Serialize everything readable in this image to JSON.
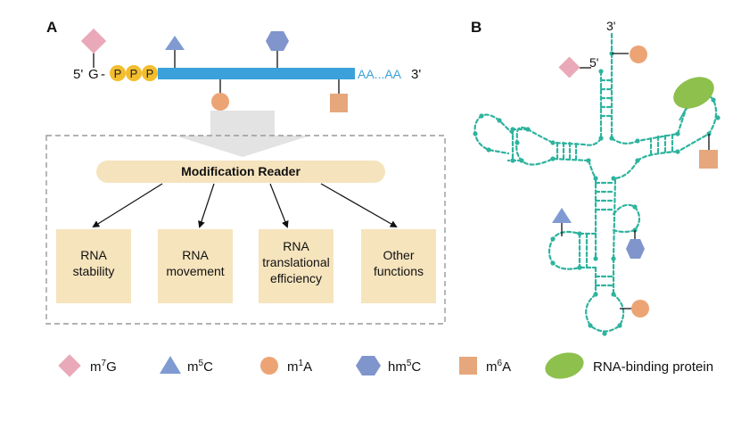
{
  "panels": {
    "a_label": "A",
    "b_label": "B"
  },
  "mrna": {
    "five_prime": "5'",
    "cap_base": "G",
    "dash": "-",
    "phosphates": [
      "P",
      "P",
      "P"
    ],
    "poly_a": "AA...AA",
    "three_prime": "3'"
  },
  "reader": {
    "title": "Modification Reader"
  },
  "functions": [
    {
      "lines": [
        "RNA",
        "stability"
      ]
    },
    {
      "lines": [
        "RNA",
        "movement"
      ]
    },
    {
      "lines": [
        "RNA",
        "translational",
        "efficiency"
      ]
    },
    {
      "lines": [
        "Other",
        "functions"
      ]
    }
  ],
  "trna": {
    "five_prime": "5'",
    "three_prime": "3'"
  },
  "legend": [
    {
      "base": "m",
      "sup": "7",
      "rest": "G",
      "shape": "diamond",
      "color": "#e9a9b8"
    },
    {
      "base": "m",
      "sup": "5",
      "rest": "C",
      "shape": "triangle",
      "color": "#7f9bd2"
    },
    {
      "base": "m",
      "sup": "1",
      "rest": "A",
      "shape": "circle",
      "color": "#eca475"
    },
    {
      "base": "hm",
      "sup": "5",
      "rest": "C",
      "shape": "hexagon",
      "color": "#8095cc"
    },
    {
      "base": "m",
      "sup": "6",
      "rest": "A",
      "shape": "square",
      "color": "#e6a77c"
    },
    {
      "base": "RNA-binding protein",
      "sup": "",
      "rest": "",
      "shape": "ellipse",
      "color": "#8dc04c"
    }
  ],
  "colors": {
    "mrna_bar": "#3aa1da",
    "phosphate": "#f3bd2e",
    "reader_fill": "#f5e3bd",
    "box_fill": "#f6e4bd",
    "trna": "#2db39e",
    "arrow_gray": "#e3e3e3",
    "dash_border": "#9a9a9a"
  }
}
